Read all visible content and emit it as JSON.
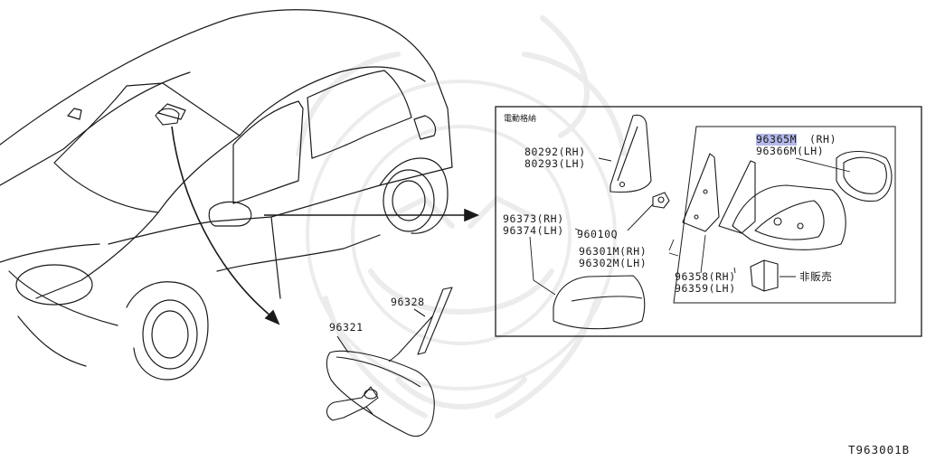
{
  "diagram": {
    "inset_title": "電動格納",
    "figure_code": "T963001B",
    "highlight_color": "#b4b8ea",
    "callouts": {
      "p80292": "80292(RH)",
      "p80293": "80293(LH)",
      "p96373": "96373(RH)",
      "p96374": "96374(LH)",
      "p96010q": "96010Q",
      "p96301m": "96301M(RH)",
      "p96302m": "96302M(LH)",
      "p96358": "96358(RH)",
      "p96359": "96359(LH)",
      "p96365m": "96365M",
      "p96365m_side": "(RH)",
      "p96366m": "96366M(LH)",
      "not_for_sale": "非販売",
      "p96321": "96321",
      "p96328": "96328"
    }
  }
}
